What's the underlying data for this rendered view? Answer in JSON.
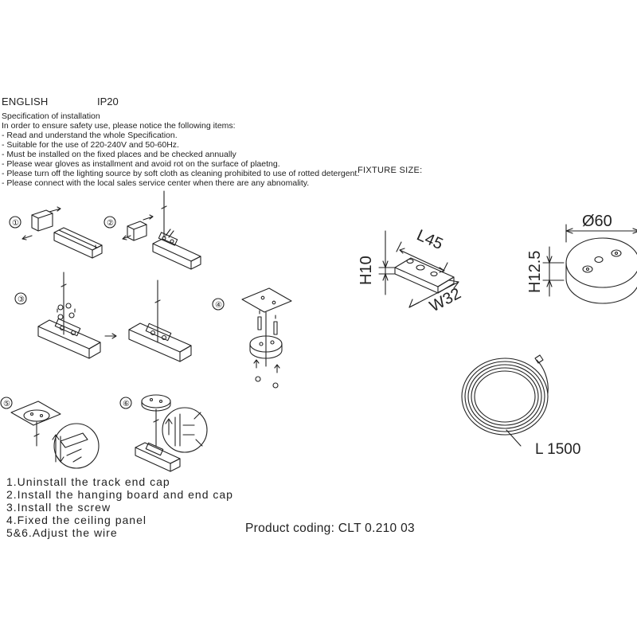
{
  "header": {
    "language": "ENGLISH",
    "ip_rating": "IP20"
  },
  "specification": {
    "title": "Specification of installation",
    "intro": "In order to ensure safety use, please notice the following items:",
    "items": [
      "- Read and understand the whole Specification.",
      "- Suitable for the use of 220-240V and 50-60Hz.",
      "- Must be installed on the fixed places and be checked annually",
      "- Please wear gloves as installment and avoid rot on the surface of plaetng.",
      "- Please turn off the lighting source by soft cloth as cleaning prohibited to use of rotted detergent.",
      "- Please connect with the local sales service center when there are any abnomality."
    ]
  },
  "fixture": {
    "label": "FIXTURE SIZE:",
    "bracket": {
      "height": "H10",
      "length": "L45",
      "width": "W32"
    },
    "canopy": {
      "diameter": "Ø60",
      "height": "H12.5"
    },
    "cable": {
      "length": "L 1500"
    }
  },
  "diagram_steps": {
    "markers": [
      "①",
      "②",
      "③",
      "④",
      "⑤",
      "⑥"
    ]
  },
  "steps": [
    "1.Uninstall the track end cap",
    "2.Install the hanging board and end cap",
    "3.Install the screw",
    "4.Fixed the ceiling panel",
    "5&6.Adjust the wire"
  ],
  "product_coding": "Product coding: CLT 0.210 03"
}
